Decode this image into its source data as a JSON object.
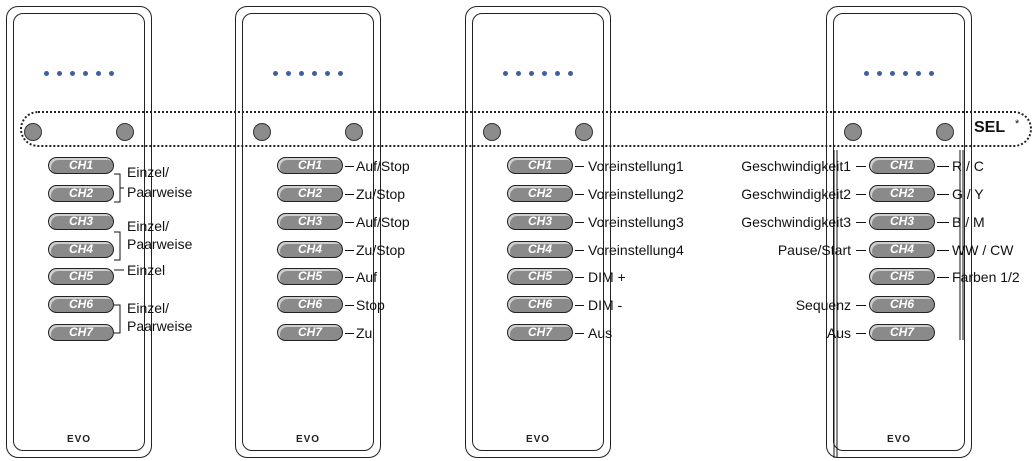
{
  "logo_text": "EVO",
  "sel_label": "SEL",
  "sel_note": "*",
  "remote1": {
    "ch": [
      "CH1",
      "CH2",
      "CH3",
      "CH4",
      "CH5",
      "CH6",
      "CH7"
    ],
    "pair1_line1": "Einzel/",
    "pair1_line2": "Paarweise",
    "pair2_line1": "Einzel/",
    "pair2_line2": "Paarweise",
    "single": "Einzel",
    "pair3_line1": "Einzel/",
    "pair3_line2": "Paarweise"
  },
  "remote2": {
    "ch": [
      "CH1",
      "CH2",
      "CH3",
      "CH4",
      "CH5",
      "CH6",
      "CH7"
    ],
    "labels": [
      "Auf/Stop",
      "Zu/Stop",
      "Auf/Stop",
      "Zu/Stop",
      "Auf",
      "Stop",
      "Zu"
    ]
  },
  "remote3": {
    "ch": [
      "CH1",
      "CH2",
      "CH3",
      "CH4",
      "CH5",
      "CH6",
      "CH7"
    ],
    "labels": [
      "Voreinstellung1",
      "Voreinstellung2",
      "Voreinstellung3",
      "Voreinstellung4",
      "DIM +",
      "DIM -",
      "Aus"
    ]
  },
  "remote4": {
    "ch": [
      "CH1",
      "CH2",
      "CH3",
      "CH4",
      "CH5",
      "CH6",
      "CH7"
    ],
    "left_labels": [
      "Geschwindigkeit1",
      "Geschwindigkeit2",
      "Geschwindigkeit3",
      "Pause/Start",
      "",
      "Sequenz",
      "Aus"
    ],
    "right_labels": [
      "R / C",
      "G / Y",
      "B / M",
      "WW / CW",
      "Farben 1/2"
    ]
  }
}
